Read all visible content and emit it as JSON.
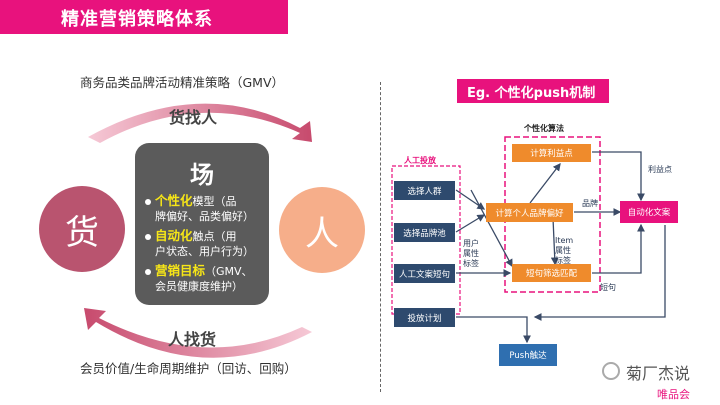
{
  "header": {
    "title": "精准营销策略体系"
  },
  "left": {
    "top_caption": "商务品类品牌活动精准策略（GMV）",
    "top_arrow_label": "货找人",
    "left_circle": "货",
    "right_circle": "人",
    "center_title": "场",
    "items": [
      {
        "key": "个性化",
        "line1": "模型（品",
        "line2": "牌偏好、品类偏好）"
      },
      {
        "key": "自动化",
        "line1": "触点（用",
        "line2": "户状态、用户行为）"
      },
      {
        "key": "营销目标",
        "line1": "（GMV、",
        "line2": "会员健康度维护）"
      }
    ],
    "bottom_arrow_label": "人找货",
    "bottom_caption": "会员价值/生命周期维护（回访、回购）"
  },
  "right": {
    "eg_title": "Eg. 个性化push机制",
    "group_label_algo": "个性化算法",
    "group_label_manual": "人工投放",
    "nodes": {
      "select_crowd": "选择人群",
      "select_brand_pool": "选择品牌池",
      "manual_copy": "人工文案短句",
      "schedule": "投放计划",
      "calc_profit": "计算利益点",
      "calc_brand_pref": "计算个人品牌偏好",
      "sentence_match": "短句筛选匹配",
      "auto_copy": "自动化文案",
      "push": "Push触达"
    },
    "labels": {
      "profit_point": "利益点",
      "brand": "品牌",
      "user_attr": "用户\n属性\n标签",
      "item_attr": "Item\n属性\n标签",
      "sentence": "短句"
    }
  },
  "footer": {
    "watermark": "菊厂杰说",
    "logo": "唯品会"
  },
  "colors": {
    "accent": "#e8127d",
    "dark_node": "#2e4a6e",
    "orange_node": "#ef8b2c",
    "center_box": "#5b5b5b"
  }
}
